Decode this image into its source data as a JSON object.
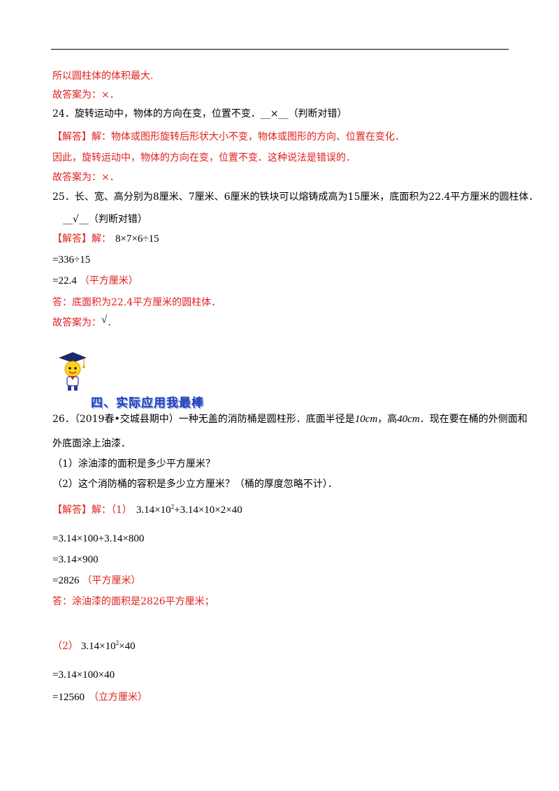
{
  "l01": "所以圆柱体的体积最大.",
  "l02": "故答案为：×．",
  "l03a": "24．旋转运动中，物体的方向在变，位置不变．",
  "l03b": "__×__",
  "l03c": "（判断对错）",
  "l04a": "【解答】",
  "l04b": "解：物体或图形旋转后形状大小不变，物体或图形的方向、位置在变化．",
  "l05": "因此，旋转运动中，物体的方向在变，位置不变．这种说法是错误的．",
  "l06": "故答案为：×．",
  "l07": "25．长、宽、高分别为8厘米、7厘米、6厘米的铁块可以熔铸成高为15厘米，底面积为22.4平方厘米的圆柱体．",
  "l08a": "__√__",
  "l08b": "（判断对错）",
  "l09a": "【解答】",
  "l09b": "解：",
  "l09c": "8×7×6÷15",
  "l10": "=336÷15",
  "l11a": "=22.4",
  "l11b": "（平方厘米）",
  "l12": "答：底面积为22.4平方厘米的圆柱体．",
  "l13a": "故答案为：",
  "l13b": "√",
  "l13c": "．",
  "banner": "四、实际应用我最棒",
  "l14a": "26．（2019春•交城县期中）一种无盖的消防桶是圆柱形．底面半径是",
  "l14b": "10cm",
  "l14c": "，高",
  "l14d": "40cm",
  "l14e": "．现在要在桶的外侧面和",
  "l15": "外底面涂上油漆．",
  "l16": "（1）涂油漆的面积是多少平方厘米？",
  "l17": "（2）这个消防桶的容积是多少立方厘米？（桶的厚度忽略不计）．",
  "l18a": "【解答】",
  "l18b": "解：（1）",
  "l18c1": "3.14×10",
  "l18c2": "2",
  "l18c3": "+3.14×10×2×40",
  "l19": "=3.14×100+3.14×800",
  "l20": "=3.14×900",
  "l21a": "=2826",
  "l21b": "（平方厘米）",
  "l22": "答：涂油漆的面积是2826平方厘米；",
  "l23a": "（2）",
  "l23b1": "3.14×10",
  "l23b2": "2",
  "l23b3": "×40",
  "l24": "=3.14×100×40",
  "l25a": "=12560",
  "l25b": "（立方厘米）"
}
